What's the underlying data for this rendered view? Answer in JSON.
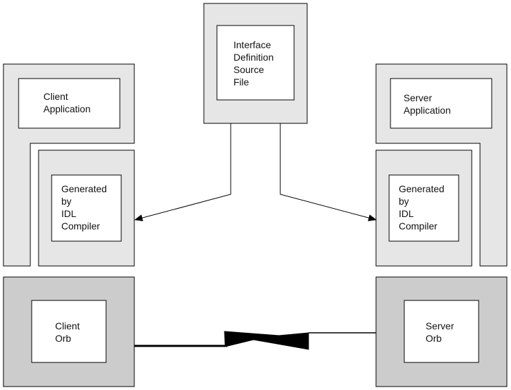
{
  "idl_file": {
    "lines": [
      "Interface",
      "Definition",
      "Source",
      "File"
    ]
  },
  "client_app": {
    "lines": [
      "Client",
      "Application"
    ]
  },
  "server_app": {
    "lines": [
      "Server",
      "Application"
    ]
  },
  "client_stub": {
    "lines": [
      "Generated",
      "by",
      "IDL",
      "Compiler"
    ]
  },
  "server_skeleton": {
    "lines": [
      "Generated",
      "by",
      "IDL",
      "Compiler"
    ]
  },
  "client_orb": {
    "lines": [
      "Client",
      "Orb"
    ]
  },
  "server_orb": {
    "lines": [
      "Server",
      "Orb"
    ]
  },
  "colors": {
    "panel_light": "#e6e6e6",
    "panel_dark": "#cccccc",
    "box": "#ffffff",
    "stroke": "#000000"
  }
}
